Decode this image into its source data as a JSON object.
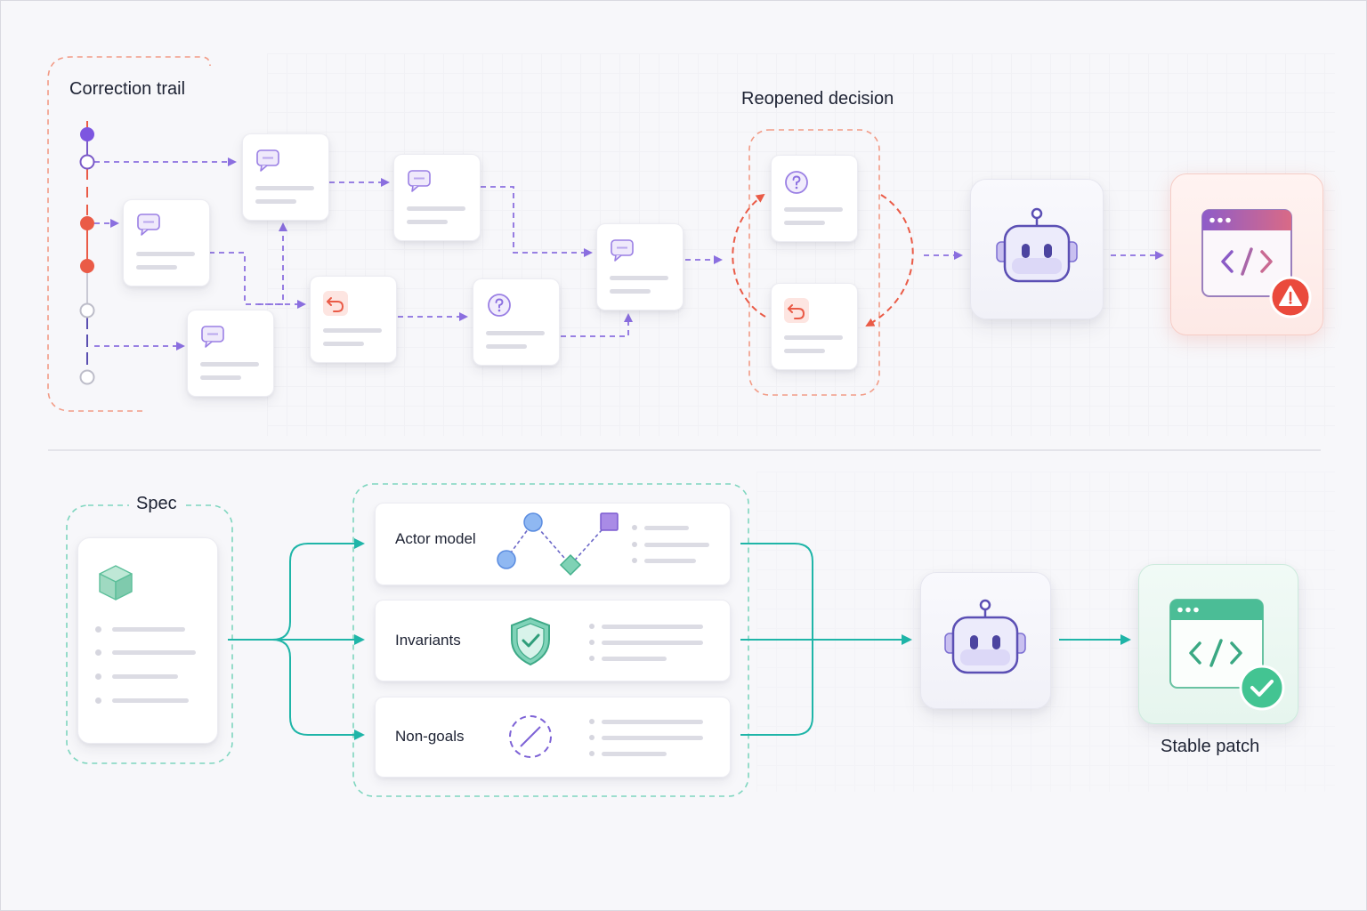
{
  "top": {
    "correction_trail_label": "Correction trail",
    "reopened_decision_label": "Reopened decision"
  },
  "bottom": {
    "spec_label": "Spec",
    "rows": [
      {
        "label": "Actor model"
      },
      {
        "label": "Invariants"
      },
      {
        "label": "Non-goals"
      }
    ],
    "stable_patch_label": "Stable patch"
  },
  "colors": {
    "purple": "#8b6fe0",
    "red": "#ea5b47",
    "teal": "#1fb5a8",
    "green": "#4cc79c",
    "dark_purple": "#7a5ac8"
  },
  "icons": {
    "trail_nodes": [
      "filled-purple",
      "hollow-purple",
      "filled-red",
      "filled-red",
      "hollow-gray",
      "hollow-gray"
    ],
    "cards": [
      "chat-icon",
      "chat-icon",
      "chat-icon",
      "chat-icon",
      "chat-icon",
      "undo-icon",
      "question-icon",
      "question-icon",
      "undo-icon"
    ]
  }
}
